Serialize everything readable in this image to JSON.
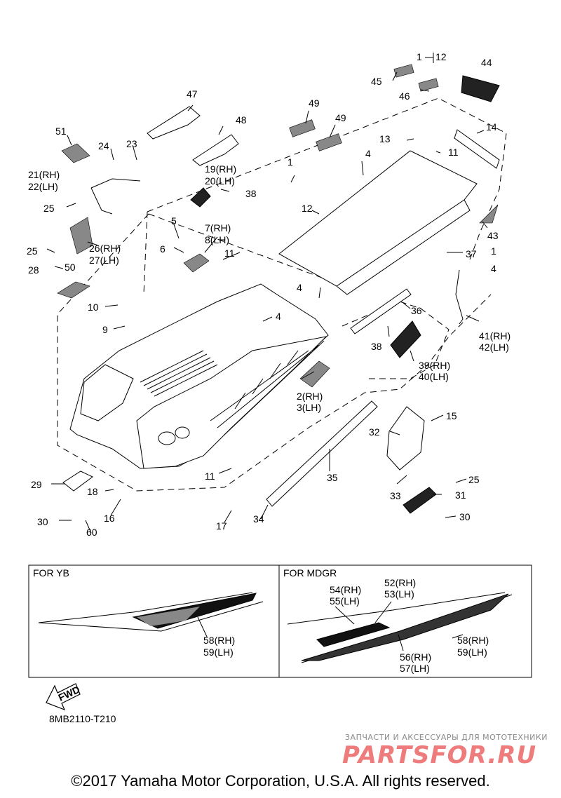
{
  "diagram_code": "8MB2110-T210",
  "copyright": "©2017 Yamaha Motor Corporation, U.S.A. All rights reserved.",
  "watermark": {
    "tagline": "ЗАПЧАСТИ И АКСЕССУАРЫ ДЛЯ МОТОТЕХНИКИ",
    "logo": "PARTSFOR.RU"
  },
  "fwd_arrow": "FWD",
  "panels": {
    "yb": {
      "title": "FOR YB"
    },
    "mdgr": {
      "title": "FOR MDGR"
    }
  },
  "callouts": [
    {
      "id": "c1a",
      "text": "1"
    },
    {
      "id": "c12a",
      "text": "12"
    },
    {
      "id": "c44",
      "text": "44"
    },
    {
      "id": "c45",
      "text": "45"
    },
    {
      "id": "c46",
      "text": "46"
    },
    {
      "id": "c47",
      "text": "47"
    },
    {
      "id": "c49a",
      "text": "49"
    },
    {
      "id": "c49b",
      "text": "49"
    },
    {
      "id": "c48",
      "text": "48"
    },
    {
      "id": "c51",
      "text": "51"
    },
    {
      "id": "c24",
      "text": "24"
    },
    {
      "id": "c23",
      "text": "23"
    },
    {
      "id": "c13",
      "text": "13"
    },
    {
      "id": "c14",
      "text": "14"
    },
    {
      "id": "c4a",
      "text": "4"
    },
    {
      "id": "c11a",
      "text": "11"
    },
    {
      "id": "c1b",
      "text": "1"
    },
    {
      "id": "c19",
      "text": "19(RH)"
    },
    {
      "id": "c20",
      "text": "20(LH)"
    },
    {
      "id": "c21",
      "text": "21(RH)"
    },
    {
      "id": "c22",
      "text": "22(LH)"
    },
    {
      "id": "c38a",
      "text": "38"
    },
    {
      "id": "c25a",
      "text": "25"
    },
    {
      "id": "c12b",
      "text": "12"
    },
    {
      "id": "c43",
      "text": "43"
    },
    {
      "id": "c5",
      "text": "5"
    },
    {
      "id": "c7",
      "text": "7(RH)"
    },
    {
      "id": "c8",
      "text": "8(LH)"
    },
    {
      "id": "c26",
      "text": "26(RH)"
    },
    {
      "id": "c27",
      "text": "27(LH)"
    },
    {
      "id": "c6",
      "text": "6"
    },
    {
      "id": "c25b",
      "text": "25"
    },
    {
      "id": "c11b",
      "text": "11"
    },
    {
      "id": "c37",
      "text": "37"
    },
    {
      "id": "c1c",
      "text": "1"
    },
    {
      "id": "c4b",
      "text": "4"
    },
    {
      "id": "c28",
      "text": "28"
    },
    {
      "id": "c50",
      "text": "50"
    },
    {
      "id": "c4c",
      "text": "4"
    },
    {
      "id": "c36",
      "text": "36"
    },
    {
      "id": "c10",
      "text": "10"
    },
    {
      "id": "c4d",
      "text": "4"
    },
    {
      "id": "c9",
      "text": "9"
    },
    {
      "id": "c41",
      "text": "41(RH)"
    },
    {
      "id": "c42",
      "text": "42(LH)"
    },
    {
      "id": "c38b",
      "text": "38"
    },
    {
      "id": "c39",
      "text": "39(RH)"
    },
    {
      "id": "c40",
      "text": "40(LH)"
    },
    {
      "id": "c2",
      "text": "2(RH)"
    },
    {
      "id": "c3",
      "text": "3(LH)"
    },
    {
      "id": "c15",
      "text": "15"
    },
    {
      "id": "c32",
      "text": "32"
    },
    {
      "id": "c11c",
      "text": "11"
    },
    {
      "id": "c35",
      "text": "35"
    },
    {
      "id": "c25c",
      "text": "25"
    },
    {
      "id": "c29",
      "text": "29"
    },
    {
      "id": "c18",
      "text": "18"
    },
    {
      "id": "c33",
      "text": "33"
    },
    {
      "id": "c31",
      "text": "31"
    },
    {
      "id": "c16",
      "text": "16"
    },
    {
      "id": "c30a",
      "text": "30"
    },
    {
      "id": "c30b",
      "text": "30"
    },
    {
      "id": "c60",
      "text": "60"
    },
    {
      "id": "c17",
      "text": "17"
    },
    {
      "id": "c34",
      "text": "34"
    },
    {
      "id": "c58a",
      "text": "58(RH)"
    },
    {
      "id": "c59a",
      "text": "59(LH)"
    },
    {
      "id": "c54",
      "text": "54(RH)"
    },
    {
      "id": "c55",
      "text": "55(LH)"
    },
    {
      "id": "c52",
      "text": "52(RH)"
    },
    {
      "id": "c53",
      "text": "53(LH)"
    },
    {
      "id": "c58b",
      "text": "58(RH)"
    },
    {
      "id": "c59b",
      "text": "59(LH)"
    },
    {
      "id": "c56",
      "text": "56(RH)"
    },
    {
      "id": "c57",
      "text": "57(LH)"
    }
  ]
}
